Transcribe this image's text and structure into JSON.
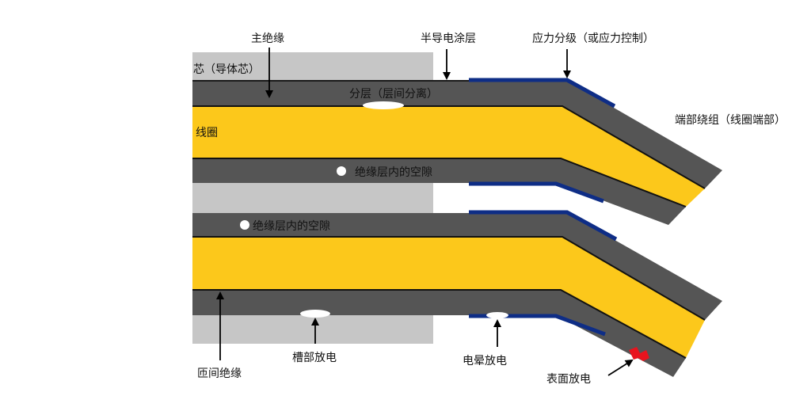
{
  "colors": {
    "core": "#c6c6c6",
    "insulation": "#555555",
    "coil": "#fcc81b",
    "stress_grading": "#0e2d86",
    "semi_coating": "#1a1a1a",
    "void": "#ffffff",
    "surface_discharge": "#e8141e",
    "arrow": "#000000"
  },
  "labels": {
    "core": "芯（导体芯）",
    "main_insulation": "主绝缘",
    "semi_coating": "半导电涂层",
    "stress_grading": "应力分级（或应力控制）",
    "delamination": "分层（层间分离）",
    "coil": "线圈",
    "end_winding": "端部绕组（线圈端部）",
    "void_top": "绝缘层内的空隙",
    "void_bottom": "绝缘层内的空隙",
    "turn_insulation": "匝间绝缘",
    "slot_discharge": "槽部放电",
    "corona_discharge": "电晕放电",
    "surface_discharge": "表面放电"
  },
  "icons": {
    "void": "void-icon",
    "surface_discharge": "spark-icon"
  }
}
